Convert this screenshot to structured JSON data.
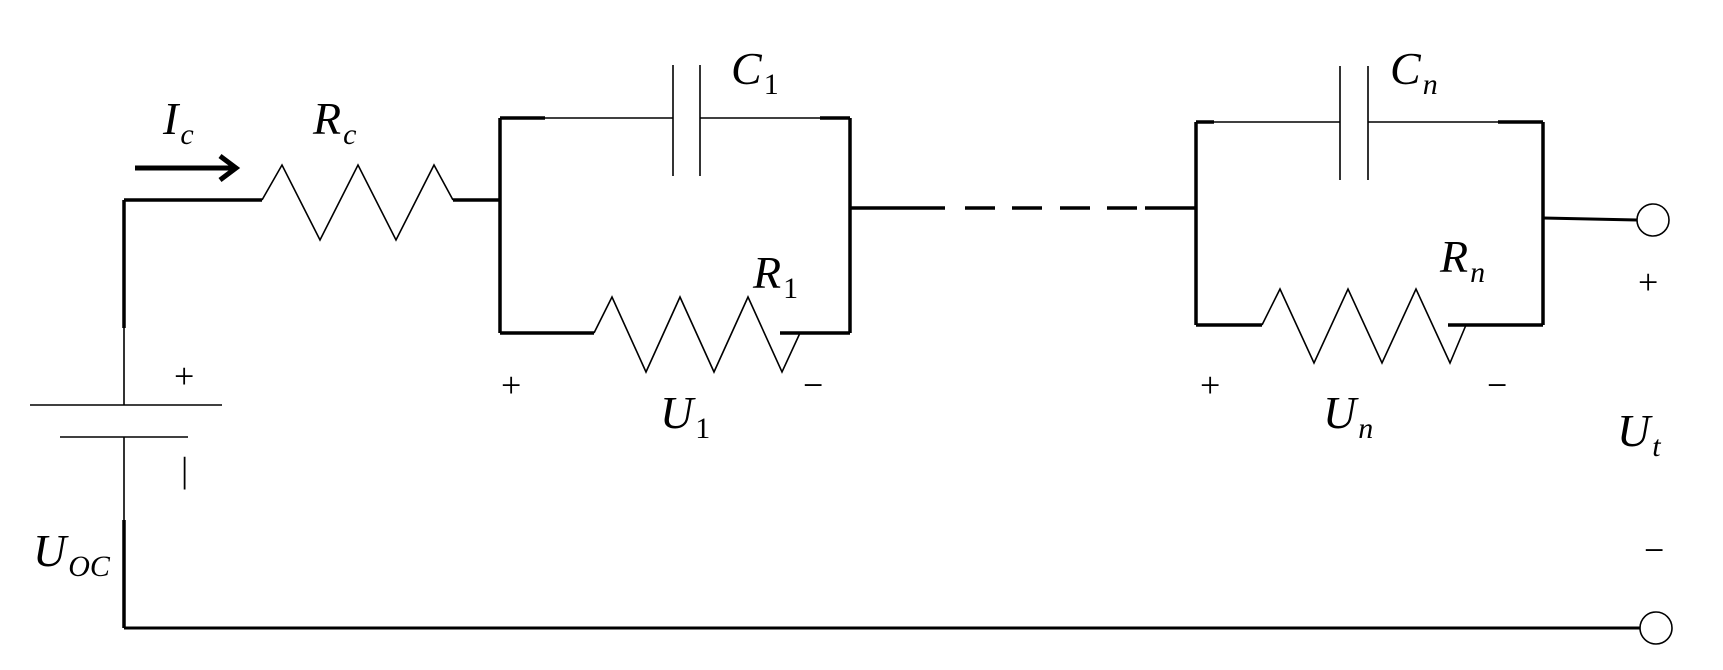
{
  "labels": {
    "current": {
      "main": "I",
      "sub": "c"
    },
    "series_resistor": {
      "main": "R",
      "sub": "c"
    },
    "capacitor_1": {
      "main": "C",
      "sub": "1"
    },
    "resistor_1": {
      "main": "R",
      "sub": "1"
    },
    "voltage_1": {
      "main": "U",
      "sub": "1"
    },
    "capacitor_n": {
      "main": "C",
      "sub": "n"
    },
    "resistor_n": {
      "main": "R",
      "sub": "n"
    },
    "voltage_n": {
      "main": "U",
      "sub": "n"
    },
    "open_circuit_voltage": {
      "main": "U",
      "sub": "OC"
    },
    "terminal_voltage": {
      "main": "U",
      "sub": "t"
    }
  },
  "signs": {
    "plus": "+",
    "minus": "−",
    "source_minus": "|"
  },
  "colors": {
    "line": "#000000",
    "background": "#ffffff"
  }
}
